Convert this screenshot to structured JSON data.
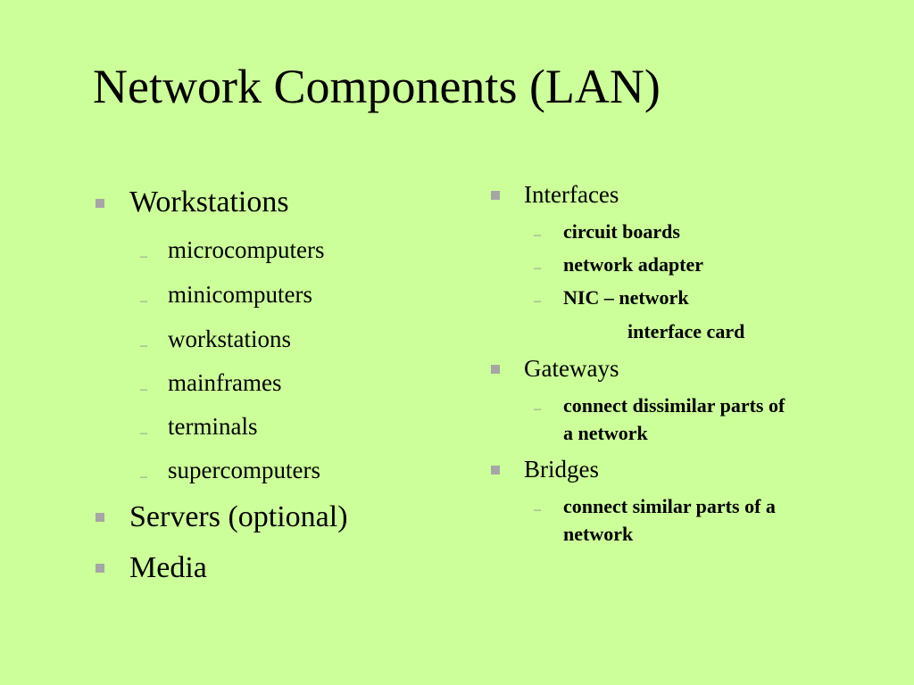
{
  "slide": {
    "title": "Network Components (LAN)",
    "left_column": {
      "items": [
        {
          "label": "Workstations",
          "subitems": [
            "microcomputers",
            "minicomputers",
            "workstations",
            "mainframes",
            "terminals",
            "supercomputers"
          ]
        },
        {
          "label": "Servers (optional)"
        },
        {
          "label": "Media"
        }
      ]
    },
    "right_column": {
      "items": [
        {
          "label": "Interfaces",
          "subitems": [
            "circuit boards",
            "network adapter",
            "NIC – network",
            "interface card"
          ]
        },
        {
          "label": "Gateways",
          "subitems": [
            "connect dissimilar parts of",
            "a network"
          ]
        },
        {
          "label": "Bridges",
          "subitems": [
            "connect similar parts of a",
            "network"
          ]
        }
      ]
    }
  },
  "colors": {
    "background": "#ccff99",
    "bullet": "#a6a6a6",
    "text": "#000000"
  }
}
